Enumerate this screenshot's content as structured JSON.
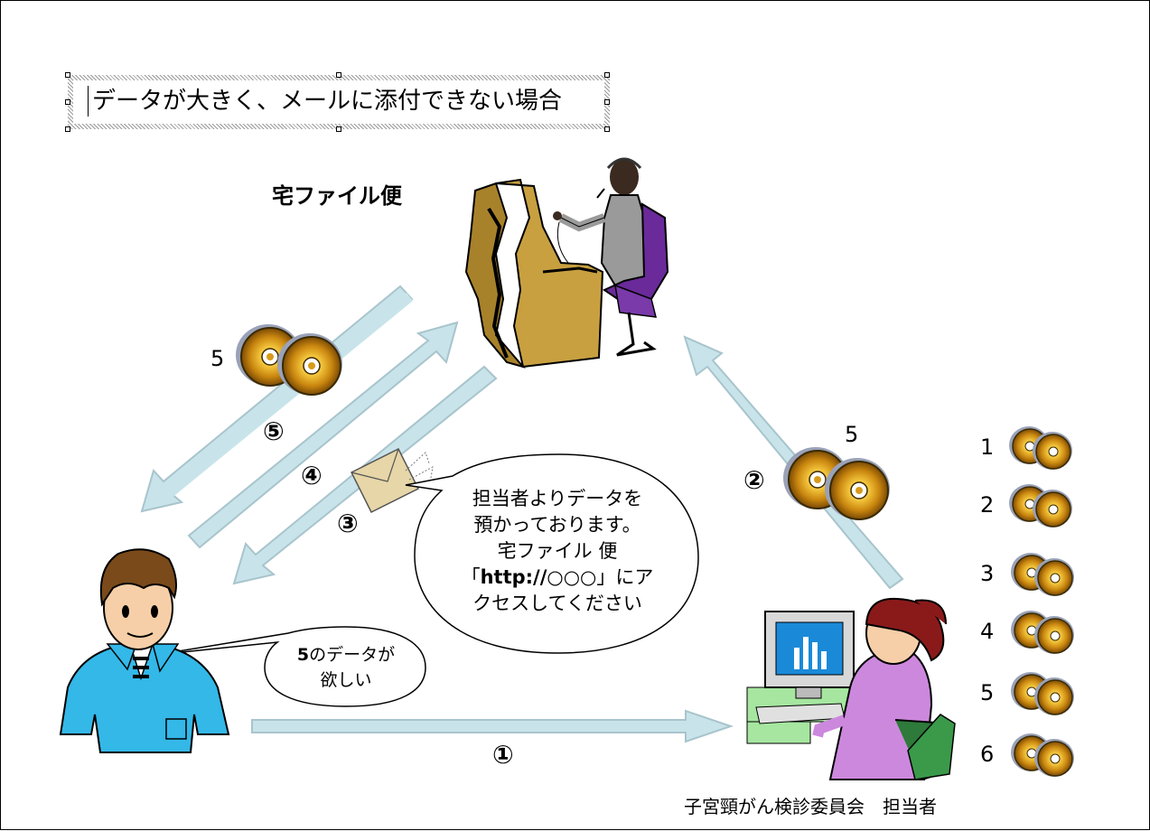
{
  "title": "データが大きく、メールに添付できない場合",
  "service_name": "宅ファイル便",
  "steps": {
    "s1": "①",
    "s2": "②",
    "s3": "③",
    "s4": "④",
    "s5": "⑤"
  },
  "labels": {
    "disc_count_left": "5",
    "disc_count_right": "5"
  },
  "bubble_notice": {
    "line1": "担当者よりデータを",
    "line2": "預かっております。",
    "line3": "宅ファイル 便",
    "line4_prefix": "「",
    "line4_url": "http://",
    "line4_suffix": "○○○」にア",
    "line5": "クセスしてください"
  },
  "bubble_request": {
    "line1_num": "5",
    "line1_rest": "のデータが",
    "line2": "欲しい"
  },
  "disc_list": [
    "1",
    "2",
    "3",
    "4",
    "5",
    "6"
  ],
  "footer": "子宮頸がん検診委員会　担当者",
  "colors": {
    "arrow_fill": "#c8e4ea",
    "arrow_stroke": "#a8c4cc",
    "disc_gold": "#d89a1a",
    "shirt": "#33b8e8"
  }
}
